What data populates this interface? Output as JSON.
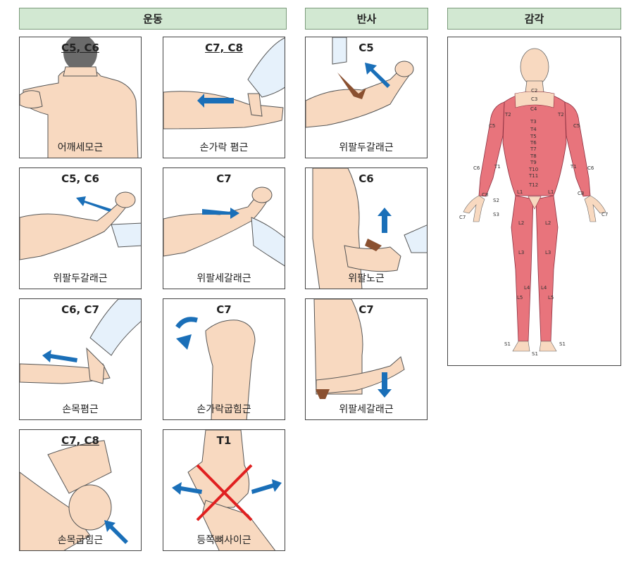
{
  "headers": {
    "motor": "운동",
    "reflex": "반사",
    "sensory": "감각"
  },
  "motor": [
    {
      "nerve": "C5, C6",
      "muscle": "어깨세모근"
    },
    {
      "nerve": "C7, C8",
      "muscle": "손가락 폄근"
    },
    {
      "nerve": "C5, C6",
      "muscle": "위팔두갈래근"
    },
    {
      "nerve": "C7",
      "muscle": "위팔세갈래근"
    },
    {
      "nerve": "C6, C7",
      "muscle": "손목폄근"
    },
    {
      "nerve": "C7",
      "muscle": "손가락굽힘근"
    },
    {
      "nerve": "C7, C8",
      "muscle": "손목굽힘근"
    },
    {
      "nerve": "T1",
      "muscle": "등쪽뼈사이근"
    }
  ],
  "reflex": [
    {
      "nerve": "C5",
      "muscle": "위팔두갈래근"
    },
    {
      "nerve": "C6",
      "muscle": "위팔노근"
    },
    {
      "nerve": "C7",
      "muscle": "위팔세갈래근"
    }
  ],
  "dermatome_labels": {
    "c2": "C2",
    "c3": "C3",
    "c4": "C4",
    "t2l": "T2",
    "t2r": "T2",
    "c5l": "C5",
    "c5r": "C5",
    "t1l": "T1",
    "t1r": "T1",
    "c6l": "C6",
    "c6r": "C6",
    "c8l": "C8",
    "c8r": "C8",
    "c7l": "C7",
    "c7r": "C7",
    "t3": "T3",
    "t4": "T4",
    "t5": "T5",
    "t6": "T6",
    "t7": "T7",
    "t8": "T8",
    "t9": "T9",
    "t10": "T10",
    "t11": "T11",
    "t12": "T12",
    "l1l": "L1",
    "l1r": "L1",
    "s2": "S2",
    "s3": "S3",
    "l2l": "L2",
    "l2r": "L2",
    "l3l": "L3",
    "l3r": "L3",
    "l4l": "L4",
    "l4r": "L4",
    "l5l": "L5",
    "l5r": "L5",
    "s1l": "S1",
    "s1m": "S1",
    "s1r": "S1"
  },
  "colors": {
    "skin": "#f8d9c0",
    "dermatome": "#e8747c",
    "arrow": "#1a6fb8",
    "header_bg": "#d2e8d2",
    "cross": "#e02020"
  }
}
